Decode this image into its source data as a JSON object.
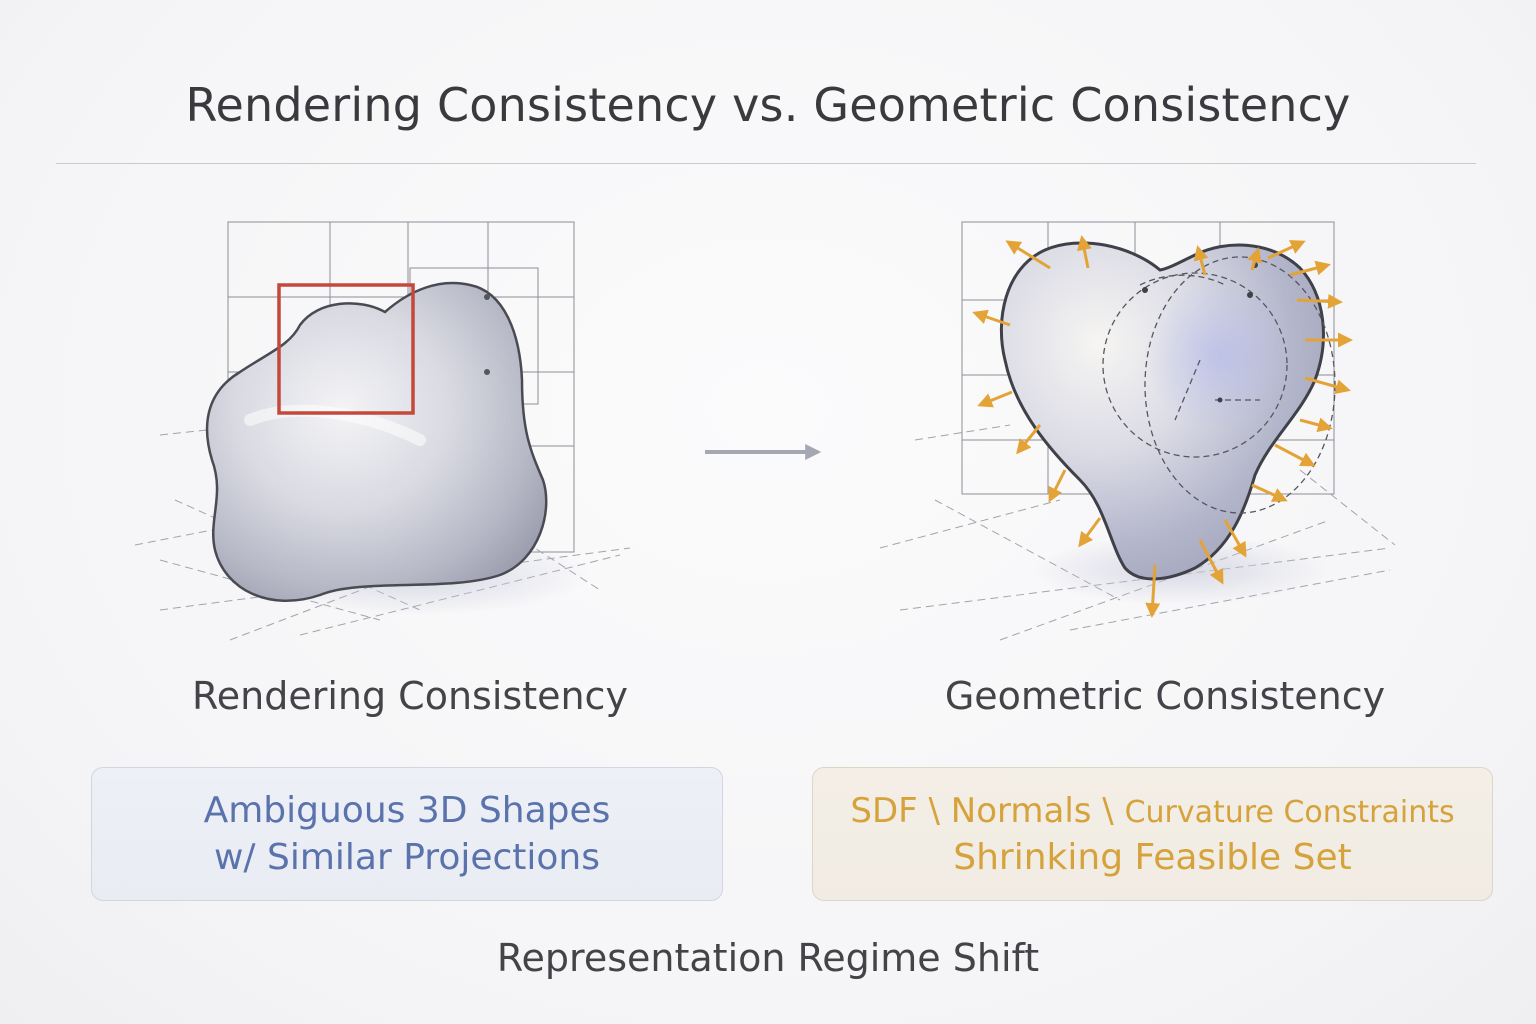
{
  "title": "Rendering Consistency vs. Geometric Consistency",
  "left_panel": {
    "caption": "Rendering Consistency",
    "box_line1": "Ambiguous 3D Shapes",
    "box_line2": "w/ Similar Projections",
    "accent_color": "#c4493a",
    "text_color": "#5b73ad"
  },
  "right_panel": {
    "caption": "Geometric Consistency",
    "box_line1_a": "SDF \\ Normals \\ ",
    "box_line1_b": "Curvature Constraints",
    "box_line2": "Shrinking Feasible Set",
    "arrow_color": "#e3a336",
    "text_color": "#d6a23c"
  },
  "transition_arrow_icon": "right-arrow-icon",
  "footer": "Representation Regime Shift"
}
